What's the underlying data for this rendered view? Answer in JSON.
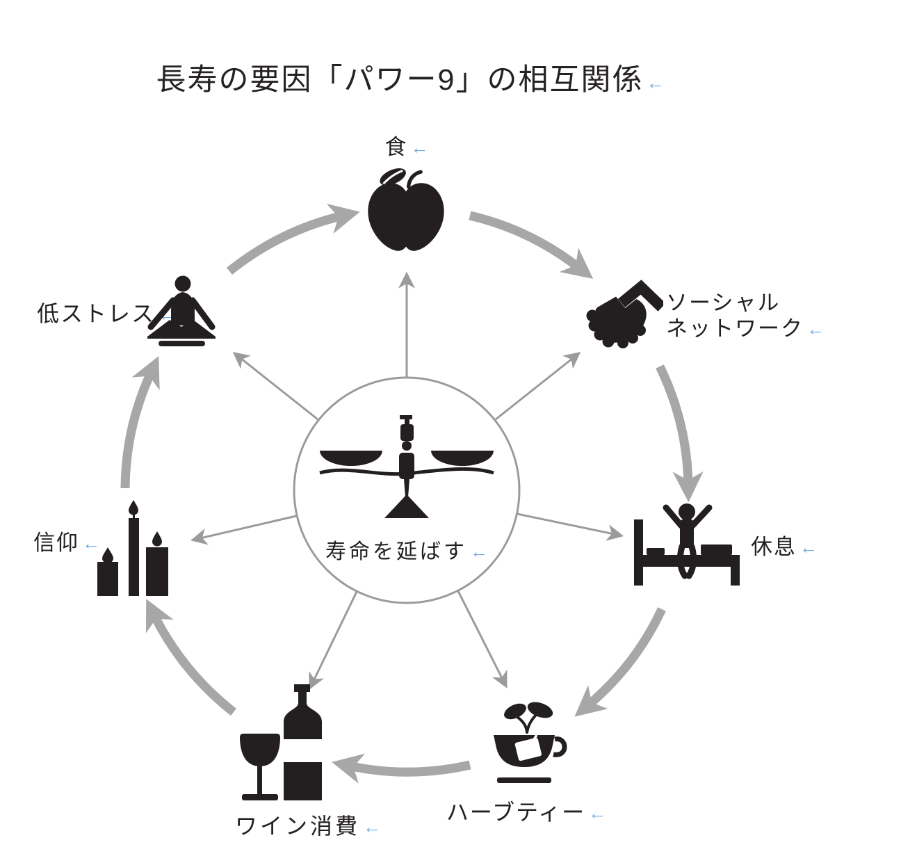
{
  "title": "長寿の要因「パワー9」の相互関係",
  "line_break_mark": "←",
  "center": {
    "label": "寿命を延ばす",
    "icon": "balance-scale-icon"
  },
  "nodes": [
    {
      "id": "food",
      "label": "食",
      "icon": "apple-icon"
    },
    {
      "id": "social-network",
      "label_line1": "ソーシャル",
      "label_line2": "ネットワーク",
      "icon": "handshake-icon"
    },
    {
      "id": "rest",
      "label": "休息",
      "icon": "bed-rest-icon"
    },
    {
      "id": "herbal-tea",
      "label": "ハーブティー",
      "icon": "teacup-icon"
    },
    {
      "id": "wine",
      "label": "ワイン消費",
      "icon": "wine-bottle-glass-icon"
    },
    {
      "id": "faith",
      "label": "信仰",
      "icon": "candles-icon"
    },
    {
      "id": "low-stress",
      "label": "低ストレス",
      "icon": "meditation-icon"
    }
  ],
  "colors": {
    "ink": "#231f20",
    "arc_gray": "#a7a7a7",
    "spoke_gray": "#9b9b9b",
    "circle_stroke": "#9b9b9b",
    "break_mark_blue": "#6fa8dc",
    "background": "#ffffff"
  }
}
